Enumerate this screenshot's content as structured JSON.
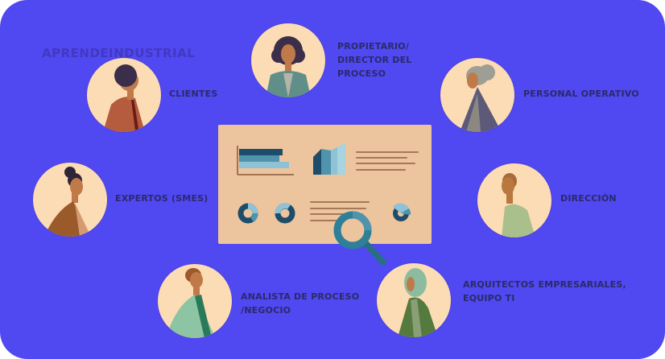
{
  "brand": {
    "watermark": "APRENDEINDUSTRIAL"
  },
  "colors": {
    "background": "#5048f0",
    "avatar_bg": "#fcdcb4",
    "panel_bg": "#ecc49e",
    "label_text": "#2a2a6a",
    "chart_dark": "#1d4d6a",
    "chart_mid": "#4f93ad",
    "chart_light": "#8fc2d4",
    "magnifier": "#2e7f98"
  },
  "stakeholders": [
    {
      "id": "clientes",
      "label": "CLIENTES"
    },
    {
      "id": "propietario",
      "label": "PROPIETARIO/\nDIRECTOR DEL\nPROCESO"
    },
    {
      "id": "personal-operativo",
      "label": "PERSONAL OPERATIVO"
    },
    {
      "id": "expertos",
      "label": "EXPERTOS (SMES)"
    },
    {
      "id": "direccion",
      "label": "DIRECCIÓN"
    },
    {
      "id": "analista",
      "label": "ANALISTA DE PROCESO\n/NEGOCIO"
    },
    {
      "id": "arquitectos",
      "label": "ARQUITECTOS EMPRESARIALES,\nEQUIPO TI"
    }
  ],
  "center": {
    "title": "dashboard-illustration",
    "icons": [
      "bar-chart-icon",
      "area-chart-icon",
      "text-lines-icon",
      "donut-chart-icon",
      "donut-chart-icon",
      "text-lines-icon",
      "pie-chart-icon",
      "magnifier-icon"
    ]
  }
}
